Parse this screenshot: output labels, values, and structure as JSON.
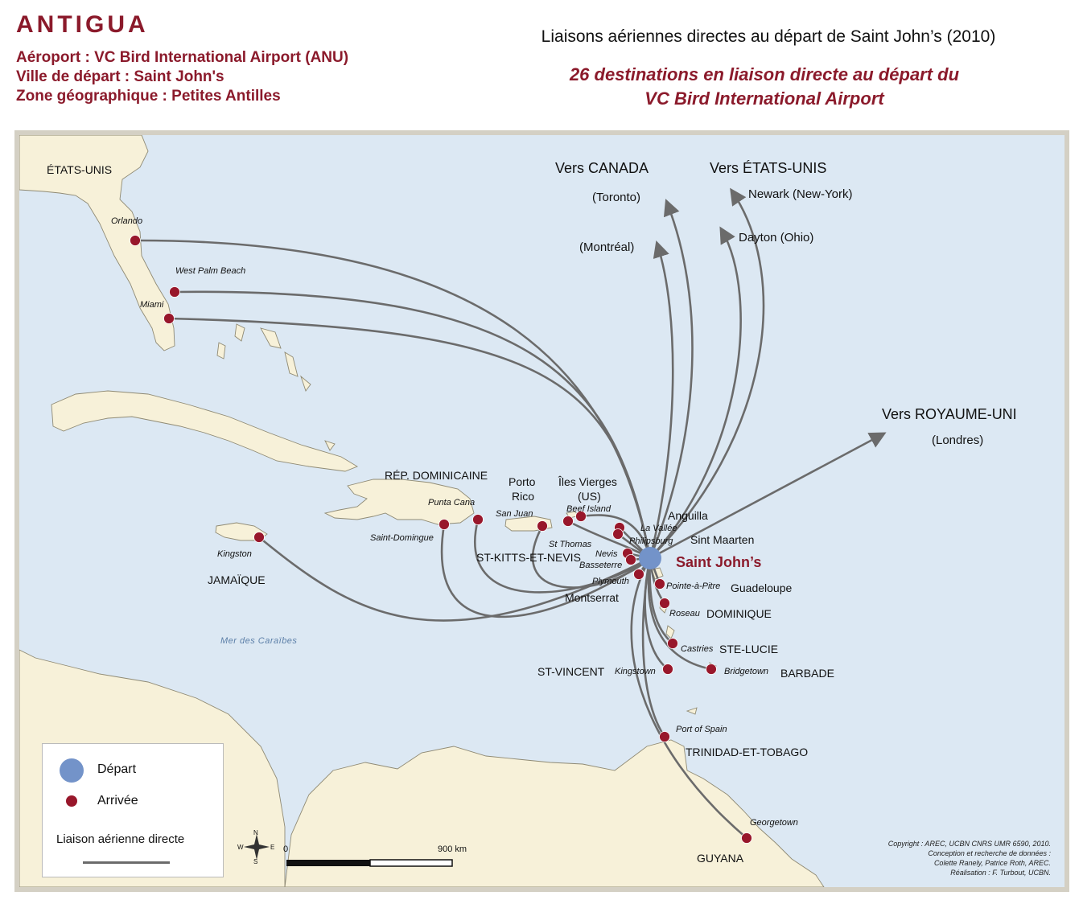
{
  "header": {
    "country": "ANTIGUA",
    "airport_line": "Aéroport : VC Bird International Airport (ANU)",
    "city_line": "Ville de départ : Saint John's",
    "zone_line": "Zone géographique : Petites Antilles",
    "title": "Liaisons aériennes directes au départ de Saint John’s (2010)",
    "subtitle_line1": "26 destinations en liaison directe au départ du",
    "subtitle_line2": "VC Bird International Airport"
  },
  "map": {
    "origin": {
      "name": "Saint John’s",
      "color": "#7393c9"
    },
    "colors": {
      "sea": "#dce8f3",
      "land": "#f7f1d9",
      "coast": "#8f8a74",
      "route": "#6b6b6b",
      "arrival": "#98172b"
    },
    "countries": [
      {
        "key": "usa",
        "label": "ÉTATS-UNIS"
      },
      {
        "key": "rep_dom",
        "label": "RÉP. DOMINICAINE"
      },
      {
        "key": "pr1",
        "label": "Porto"
      },
      {
        "key": "pr2",
        "label": "Rico"
      },
      {
        "key": "iv1",
        "label": "Îles Vierges"
      },
      {
        "key": "iv2",
        "label": "(US)"
      },
      {
        "key": "jam",
        "label": "JAMAÏQUE"
      },
      {
        "key": "skn",
        "label": "ST-KITTS-ET-NEVIS"
      },
      {
        "key": "mont",
        "label": "Montserrat"
      },
      {
        "key": "ang",
        "label": "Anguilla"
      },
      {
        "key": "sxm",
        "label": "Sint Maarten"
      },
      {
        "key": "gua",
        "label": "Guadeloupe"
      },
      {
        "key": "dom",
        "label": "DOMINIQUE"
      },
      {
        "key": "stl",
        "label": "STE-LUCIE"
      },
      {
        "key": "bar",
        "label": "BARBADE"
      },
      {
        "key": "svg",
        "label": "ST-VINCENT"
      },
      {
        "key": "tt",
        "label": "TRINIDAD-ET-TOBAGO"
      },
      {
        "key": "guy",
        "label": "GUYANA"
      }
    ],
    "cities": [
      {
        "key": "orlando",
        "label": "Orlando"
      },
      {
        "key": "wpb",
        "label": "West Palm Beach"
      },
      {
        "key": "miami",
        "label": "Miami"
      },
      {
        "key": "kingston_j",
        "label": "Kingston"
      },
      {
        "key": "sdq",
        "label": "Saint-Domingue"
      },
      {
        "key": "puj",
        "label": "Punta Cana"
      },
      {
        "key": "sju",
        "label": "San Juan"
      },
      {
        "key": "stt",
        "label": "St Thomas"
      },
      {
        "key": "beef",
        "label": "Beef Island"
      },
      {
        "key": "vallee",
        "label": "La Vallée"
      },
      {
        "key": "phil",
        "label": "Philipsburg"
      },
      {
        "key": "nevis",
        "label": "Nevis"
      },
      {
        "key": "bass",
        "label": "Basseterre"
      },
      {
        "key": "plym",
        "label": "Plymouth"
      },
      {
        "key": "pap",
        "label": "Pointe-à-Pitre"
      },
      {
        "key": "roseau",
        "label": "Roseau"
      },
      {
        "key": "castries",
        "label": "Castries"
      },
      {
        "key": "kingstown",
        "label": "Kingstown"
      },
      {
        "key": "bgi",
        "label": "Bridgetown"
      },
      {
        "key": "pos",
        "label": "Port of Spain"
      },
      {
        "key": "geo",
        "label": "Georgetown"
      }
    ],
    "directions": [
      {
        "key": "canada",
        "label": "Vers CANADA"
      },
      {
        "key": "usa",
        "label": "Vers ÉTATS-UNIS"
      },
      {
        "key": "uk",
        "label": "Vers ROYAUME-UNI"
      }
    ],
    "direction_destinations": [
      {
        "key": "toronto",
        "label": "(Toronto)"
      },
      {
        "key": "montreal",
        "label": "(Montréal)"
      },
      {
        "key": "newark",
        "label": "Newark (New-York)"
      },
      {
        "key": "dayton",
        "label": "Dayton (Ohio)"
      },
      {
        "key": "london",
        "label": "(Londres)"
      }
    ],
    "sea_label": "Mer des Caraïbes",
    "scale": {
      "start": "0",
      "end": "900 km"
    },
    "compass": {
      "n": "N",
      "s": "S",
      "e": "E",
      "w": "W"
    }
  },
  "legend": {
    "departure": "Départ",
    "arrival": "Arrivée",
    "route": "Liaison aérienne directe"
  },
  "copyright": {
    "line1": "Copyright : AREC, UCBN CNRS UMR 6590, 2010.",
    "line2": "Conception et recherche de données :",
    "line3": "Colette Ranely, Patrice Roth, AREC.",
    "line4": "Réalisation : F. Turbout, UCBN."
  }
}
